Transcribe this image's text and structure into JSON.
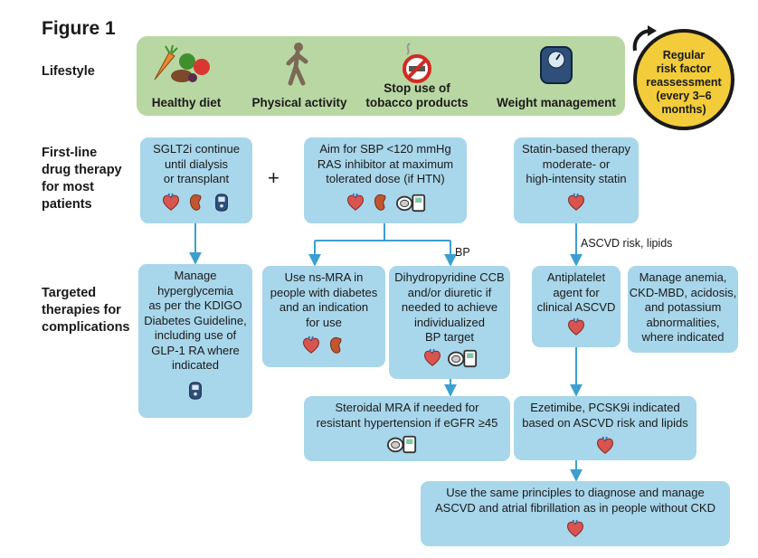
{
  "figure_title": "Figure 1",
  "row_labels": {
    "lifestyle": "Lifestyle",
    "first_line": "First-line\ndrug therapy\nfor most\npatients",
    "targeted": "Targeted\ntherapies for\ncomplications"
  },
  "lifestyle_items": {
    "diet": "Healthy diet",
    "activity": "Physical activity",
    "tobacco": "Stop use of\ntobacco products",
    "weight": "Weight management"
  },
  "reassessment": "Regular\nrisk factor\nreassessment\n(every 3–6\nmonths)",
  "boxes": {
    "sglt2i": "SGLT2i continue\nuntil dialysis\nor transplant",
    "sbp": "Aim for SBP <120 mmHg\nRAS inhibitor at maximum\ntolerated dose (if HTN)",
    "statin": "Statin-based therapy\nmoderate- or\nhigh-intensity statin",
    "hyperglycemia": "Manage\nhyperglycemia\nas per the KDIGO\nDiabetes Guideline,\nincluding use of\nGLP-1 RA where\nindicated",
    "nsmra": "Use ns-MRA in\npeople with diabetes\nand an indication\nfor use",
    "ccb": "Dihydropyridine CCB\nand/or diuretic if\nneeded to achieve\nindividualized\nBP target",
    "antiplatelet": "Antiplatelet\nagent for\nclinical ASCVD",
    "anemia": "Manage anemia,\nCKD-MBD, acidosis,\nand potassium\nabnormalities,\nwhere indicated",
    "steroidal": "Steroidal MRA if needed for\nresistant hypertension if eGFR ≥45",
    "ezetimibe": "Ezetimibe, PCSK9i indicated\nbased on ASCVD risk and lipids",
    "same_principles": "Use the same principles to diagnose and manage\nASCVD and atrial fibrillation as in people without CKD"
  },
  "connectors": {
    "plus": "+",
    "bp": "BP",
    "ascvd_risk": "ASCVD risk, lipids"
  },
  "colors": {
    "lifestyle_band": "#b9d7a3",
    "box_fill": "#a8d6ea",
    "arrow": "#3b9fd0",
    "reassessment_fill": "#f2cc3a"
  }
}
